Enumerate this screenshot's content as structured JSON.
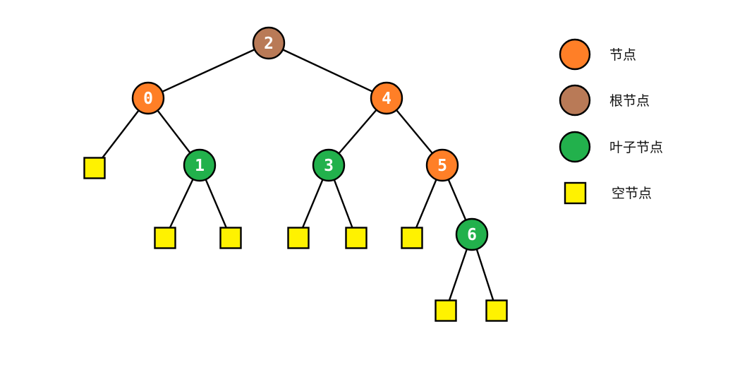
{
  "colors": {
    "node": "#FF7F27",
    "root": "#B97A57",
    "leaf": "#22B14C",
    "null": "#FFF200",
    "stroke": "#000000",
    "text": "#FFFFFF"
  },
  "tree": {
    "nodes": [
      {
        "id": "n2",
        "label": "2",
        "kind": "root"
      },
      {
        "id": "n0",
        "label": "0",
        "kind": "node"
      },
      {
        "id": "n4",
        "label": "4",
        "kind": "node"
      },
      {
        "id": "n1",
        "label": "1",
        "kind": "leaf"
      },
      {
        "id": "n3",
        "label": "3",
        "kind": "leaf"
      },
      {
        "id": "n5",
        "label": "5",
        "kind": "node"
      },
      {
        "id": "n6",
        "label": "6",
        "kind": "leaf"
      }
    ],
    "null_nodes": [
      "e0",
      "e1a",
      "e1b",
      "e3a",
      "e3b",
      "e5",
      "e6a",
      "e6b"
    ],
    "edges": [
      [
        "n2",
        "n0"
      ],
      [
        "n2",
        "n4"
      ],
      [
        "n0",
        "e0"
      ],
      [
        "n0",
        "n1"
      ],
      [
        "n4",
        "n3"
      ],
      [
        "n4",
        "n5"
      ],
      [
        "n1",
        "e1a"
      ],
      [
        "n1",
        "e1b"
      ],
      [
        "n3",
        "e3a"
      ],
      [
        "n3",
        "e3b"
      ],
      [
        "n5",
        "e5"
      ],
      [
        "n5",
        "n6"
      ],
      [
        "n6",
        "e6a"
      ],
      [
        "n6",
        "e6b"
      ]
    ]
  },
  "legend": {
    "items": [
      {
        "kind": "node",
        "label": "节点"
      },
      {
        "kind": "root",
        "label": "根节点"
      },
      {
        "kind": "leaf",
        "label": "叶子节点"
      },
      {
        "kind": "null",
        "label": "空节点"
      }
    ]
  }
}
